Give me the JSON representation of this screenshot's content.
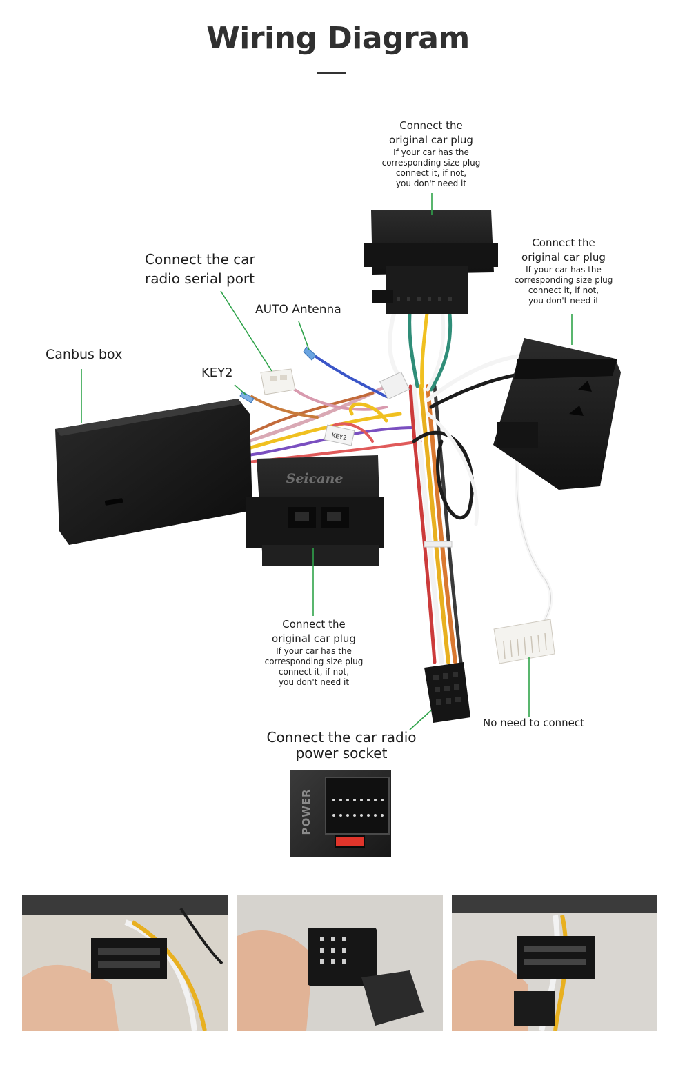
{
  "header": {
    "title": "Wiring Diagram"
  },
  "labels": {
    "top_plug": {
      "heading": [
        "Connect the",
        "original car plug"
      ],
      "note": [
        "If your car has the",
        "corresponding size plug",
        "connect it, if not,",
        "you don't need it"
      ]
    },
    "right_plug": {
      "heading": [
        "Connect the",
        "original car plug"
      ],
      "note": [
        "If your car has the",
        "corresponding size plug",
        "connect it, if not,",
        "you don't need it"
      ]
    },
    "bottom_plug": {
      "heading": [
        "Connect the",
        "original car plug"
      ],
      "note": [
        "If your car has the",
        "corresponding size plug",
        "connect it, if not,",
        "you don't need it"
      ]
    },
    "serial_port": [
      "Connect the car",
      "radio  serial port"
    ],
    "auto_antenna": "AUTO Antenna",
    "canbus_box": "Canbus box",
    "key2": "KEY2",
    "no_need": "No need to connect",
    "power_socket": [
      "Connect the car radio",
      "power socket"
    ]
  },
  "product": {
    "brand_on_connector": "Seicane",
    "socket_marking": "POWER",
    "tag_marking": "KEY2"
  },
  "colors": {
    "leader_line": "#2fa34a",
    "connector_black": "#161616"
  }
}
